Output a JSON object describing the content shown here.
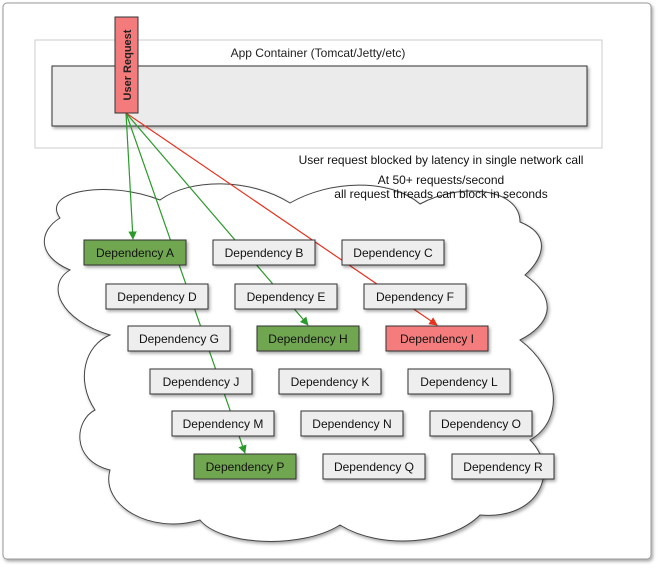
{
  "container": {
    "title": "App Container (Tomcat/Jetty/etc)"
  },
  "request": {
    "label": "User Request",
    "color": "#f47b7b"
  },
  "annotations": {
    "line1": "User request blocked by latency in single network call",
    "line2": "At 50+ requests/second",
    "line3": "all request threads can block in seconds"
  },
  "colors": {
    "healthy": "#eeeeee",
    "active": "#71a651",
    "latent": "#f47b7b",
    "green_arrow": "#2a9a2a",
    "red_arrow": "#e8321e"
  },
  "dependencies": [
    {
      "id": "A",
      "label": "Dependency A",
      "state": "active"
    },
    {
      "id": "B",
      "label": "Dependency B",
      "state": "healthy"
    },
    {
      "id": "C",
      "label": "Dependency C",
      "state": "healthy"
    },
    {
      "id": "D",
      "label": "Dependency D",
      "state": "healthy"
    },
    {
      "id": "E",
      "label": "Dependency E",
      "state": "healthy"
    },
    {
      "id": "F",
      "label": "Dependency F",
      "state": "healthy"
    },
    {
      "id": "G",
      "label": "Dependency G",
      "state": "healthy"
    },
    {
      "id": "H",
      "label": "Dependency H",
      "state": "active"
    },
    {
      "id": "I",
      "label": "Dependency I",
      "state": "latent"
    },
    {
      "id": "J",
      "label": "Dependency J",
      "state": "healthy"
    },
    {
      "id": "K",
      "label": "Dependency K",
      "state": "healthy"
    },
    {
      "id": "L",
      "label": "Dependency L",
      "state": "healthy"
    },
    {
      "id": "M",
      "label": "Dependency M",
      "state": "healthy"
    },
    {
      "id": "N",
      "label": "Dependency N",
      "state": "healthy"
    },
    {
      "id": "O",
      "label": "Dependency O",
      "state": "healthy"
    },
    {
      "id": "P",
      "label": "Dependency P",
      "state": "active"
    },
    {
      "id": "Q",
      "label": "Dependency Q",
      "state": "healthy"
    },
    {
      "id": "R",
      "label": "Dependency R",
      "state": "healthy"
    }
  ],
  "calls": [
    {
      "to": "A",
      "kind": "green_arrow"
    },
    {
      "to": "H",
      "kind": "green_arrow"
    },
    {
      "to": "P",
      "kind": "green_arrow"
    },
    {
      "to": "I",
      "kind": "red_arrow"
    }
  ]
}
